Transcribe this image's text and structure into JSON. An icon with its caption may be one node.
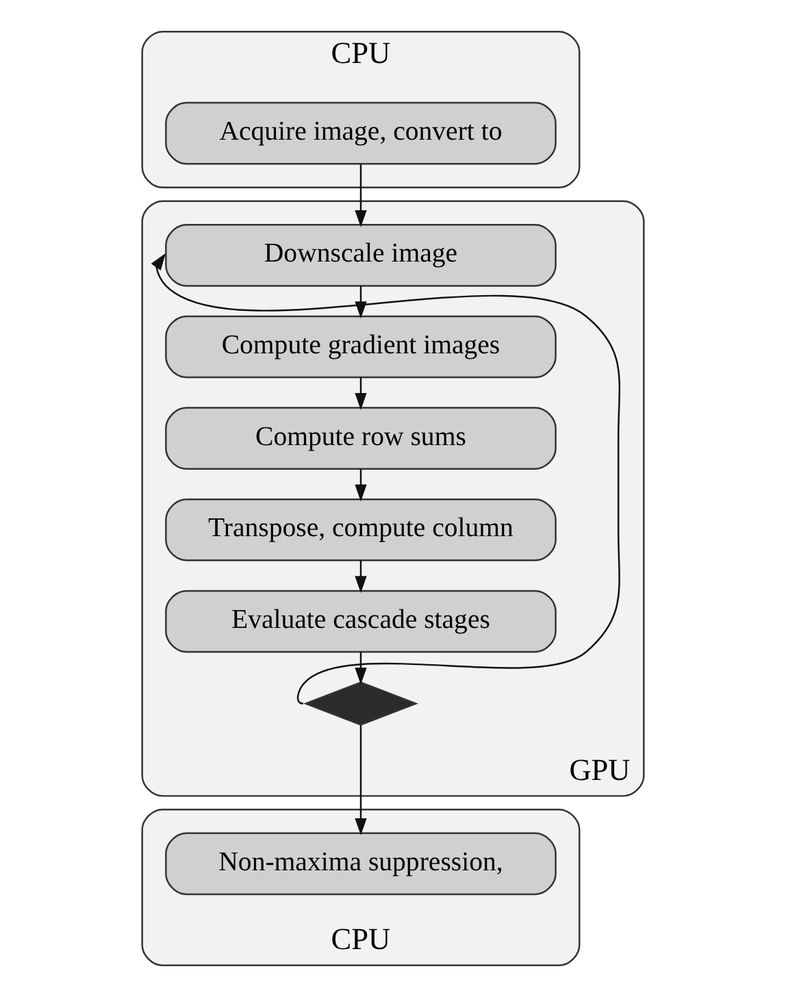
{
  "diagram": {
    "nodes": [
      {
        "text": [
          "CPU"
        ]
      },
      {
        "text": [
          "Acquire image, convert to"
        ],
        "in": 0
      },
      {
        "text": [
          "GPU"
        ]
      },
      {
        "text": [
          "Downscale image"
        ],
        "in": 2
      },
      {
        "text": [
          "Compute gradient images"
        ],
        "in": 2
      },
      {
        "text": [
          "Compute row sums"
        ],
        "in": 2
      },
      {
        "text": [
          "Transpose, compute column"
        ],
        "in": 2
      },
      {
        "text": [
          "Evaluate cascade stages"
        ],
        "in": 2
      },
      {
        "text": [],
        "shape": "diamond",
        "in": 2
      },
      {
        "text": [
          "CPU"
        ]
      },
      {
        "text": [
          "Non-maxima suppression,"
        ],
        "in": 9
      }
    ],
    "edges": [
      {
        "from": 1,
        "to": 3,
        "arrow": "to"
      },
      {
        "from": 3,
        "to": 4,
        "arrow": "to"
      },
      {
        "from": 4,
        "to": 5,
        "arrow": "to"
      },
      {
        "from": 5,
        "to": 6,
        "arrow": "to"
      },
      {
        "from": 6,
        "to": 7,
        "arrow": "to"
      },
      {
        "from": 7,
        "to": 8,
        "arrow": "to"
      },
      {
        "from": 8,
        "to": 3,
        "arrow": "to"
      },
      {
        "from": 8,
        "to": 10,
        "arrow": "to"
      }
    ]
  }
}
